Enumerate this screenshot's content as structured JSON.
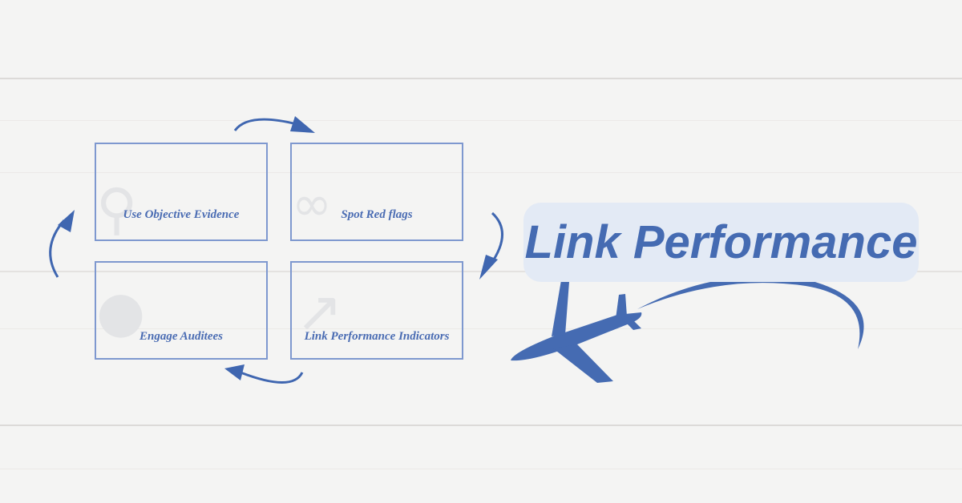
{
  "diagram": {
    "steps": [
      {
        "label": "Use Objective Evidence",
        "icon": "magnifier-icon"
      },
      {
        "label": "Spot Red flags",
        "icon": "eyeglasses-icon"
      },
      {
        "label": "Engage Auditees",
        "icon": "person-icon"
      },
      {
        "label": "Link Performance Indicators",
        "icon": "chart-arrow-icon"
      }
    ]
  },
  "headline": "Link Performance",
  "colors": {
    "accent": "#456bb2",
    "pill": "#e3eaf5",
    "box_border": "#7e98cf"
  }
}
